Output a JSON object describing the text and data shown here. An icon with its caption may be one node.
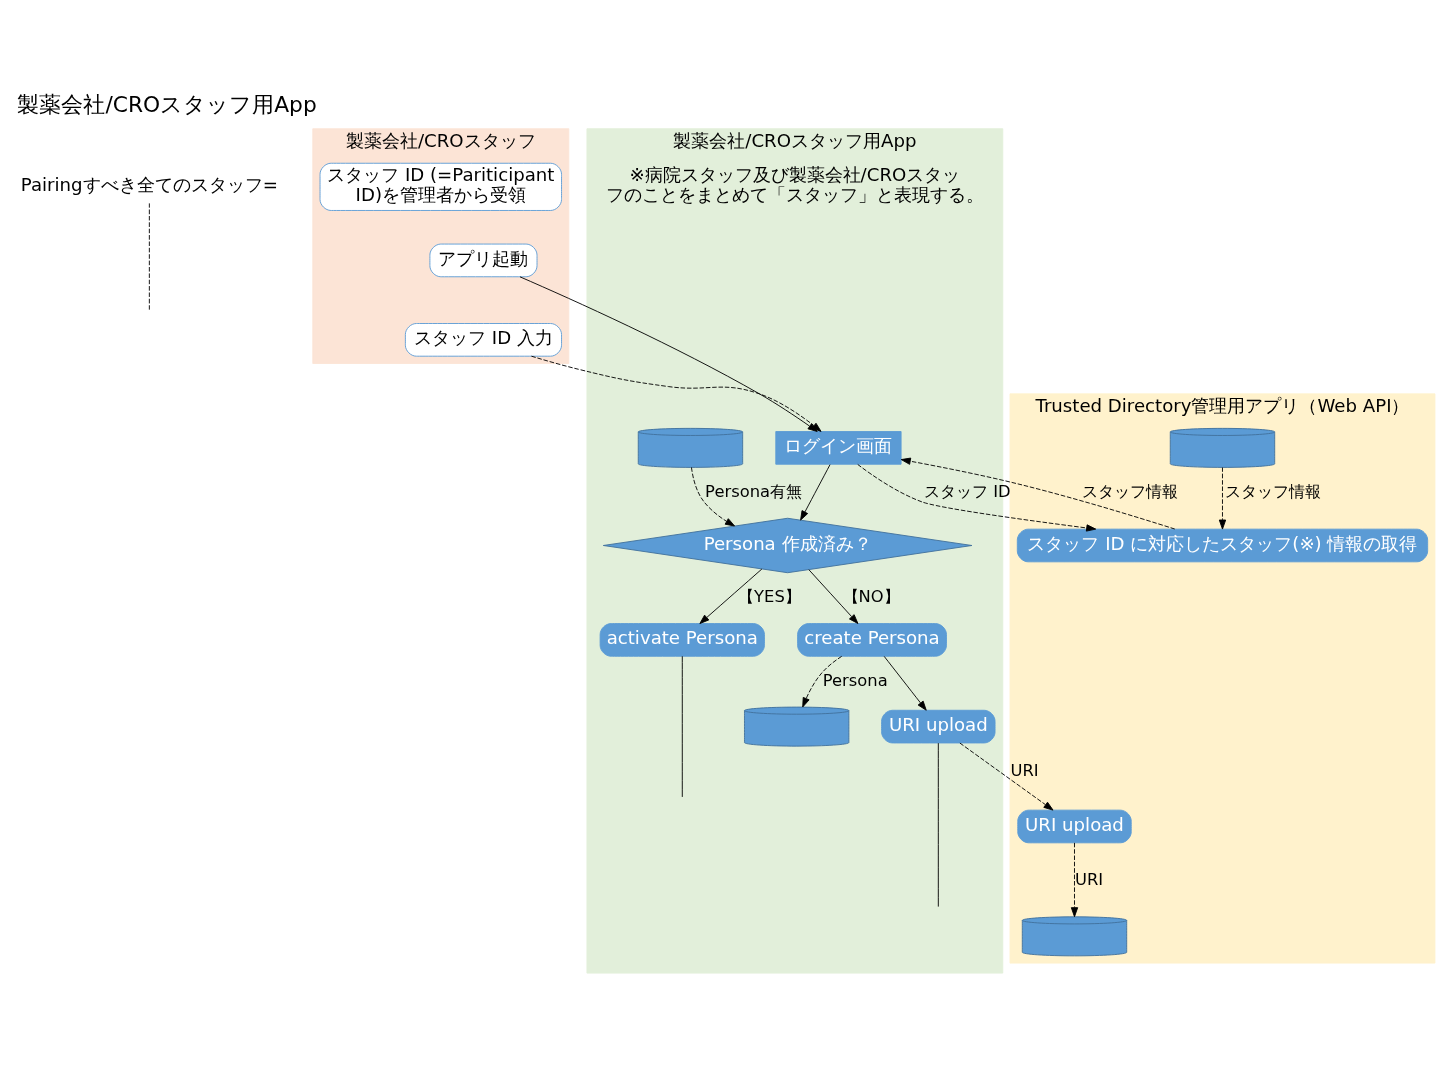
{
  "diagram": {
    "title": "製薬会社/CROスタッフ用App",
    "nodes": [
      {
        "text": [
          "製薬会社/CROスタッフ"
        ]
      },
      {
        "text": [
          "製薬会社/CROスタッフ用App"
        ]
      },
      {
        "text": [
          "Trusted Directory管理用アプリ（Web API）"
        ]
      },
      {
        "text": [
          "スタッフ ID (=Pariticipant ID)を管理者から受領"
        ],
        "in": 0
      },
      {
        "text": [
          "アプリ起動"
        ],
        "in": 0
      },
      {
        "text": [
          "スタッフ ID 入力"
        ],
        "in": 0
      },
      {
        "text": [
          "ログイン画面"
        ],
        "in": 1
      },
      {
        "text": [
          "スタッフ ID に対応したスタッフ(※) 情報の取得"
        ],
        "in": 2
      },
      {
        "text": [],
        "shape": "cylinder",
        "in": 2
      },
      {
        "text": [],
        "shape": "cylinder",
        "in": 1
      },
      {
        "text": [
          "Persona 作成済み？"
        ],
        "in": 1
      },
      {
        "text": [
          "activate Persona"
        ],
        "in": 1
      },
      {
        "text": [
          "create Persona"
        ],
        "in": 1
      },
      {
        "text": [],
        "shape": "cylinder",
        "in": 1
      },
      {
        "text": [
          "URI upload"
        ],
        "in": 1
      },
      {
        "text": [
          "URI upload"
        ],
        "in": 2
      },
      {
        "text": [],
        "shape": "cylinder",
        "in": 2
      },
      {
        "text": [
          "Pairingすべき全てのスタッフ="
        ]
      }
    ],
    "edges": [
      {
        "from": 4,
        "to": 6,
        "arrow": "to"
      },
      {
        "from": 5,
        "to": 6,
        "arrow": "to",
        "style": "dashed"
      },
      {
        "from": 6,
        "to": 7,
        "arrow": "to",
        "style": "dashed",
        "label": "スタッフ ID"
      },
      {
        "from": 8,
        "to": 7,
        "arrow": "to",
        "style": "dashed",
        "label": "スタッフ情報"
      },
      {
        "from": 7,
        "to": 6,
        "arrow": "to",
        "style": "dashed",
        "label": "スタッフ情報"
      },
      {
        "from": 6,
        "to": 10,
        "arrow": "to"
      },
      {
        "from": 9,
        "to": 10,
        "arrow": "to",
        "style": "dashed",
        "label": "Persona有無"
      },
      {
        "from": 10,
        "to": 11,
        "arrow": "to",
        "label": "【YES】"
      },
      {
        "from": 10,
        "to": 12,
        "arrow": "to",
        "label": "【NO】"
      },
      {
        "from": 12,
        "to": 13,
        "arrow": "to",
        "style": "dashed",
        "label": "Persona"
      },
      {
        "from": 12,
        "to": 14,
        "arrow": "to"
      },
      {
        "from": 14,
        "to": 15,
        "arrow": "to",
        "style": "dashed",
        "label": "URI"
      },
      {
        "from": 15,
        "to": 16,
        "arrow": "to",
        "style": "dashed",
        "label": "URI"
      },
      {
        "from": 11,
        "to": null,
        "arrow": "none"
      },
      {
        "from": 14,
        "to": null,
        "arrow": "none"
      },
      {
        "from": 17,
        "to": null,
        "arrow": "none",
        "style": "dashed"
      }
    ],
    "labels": [
      "※病院スタッフ及び製薬会社/CROスタッフのことをまとめて「スタッフ」と表現する。"
    ]
  }
}
